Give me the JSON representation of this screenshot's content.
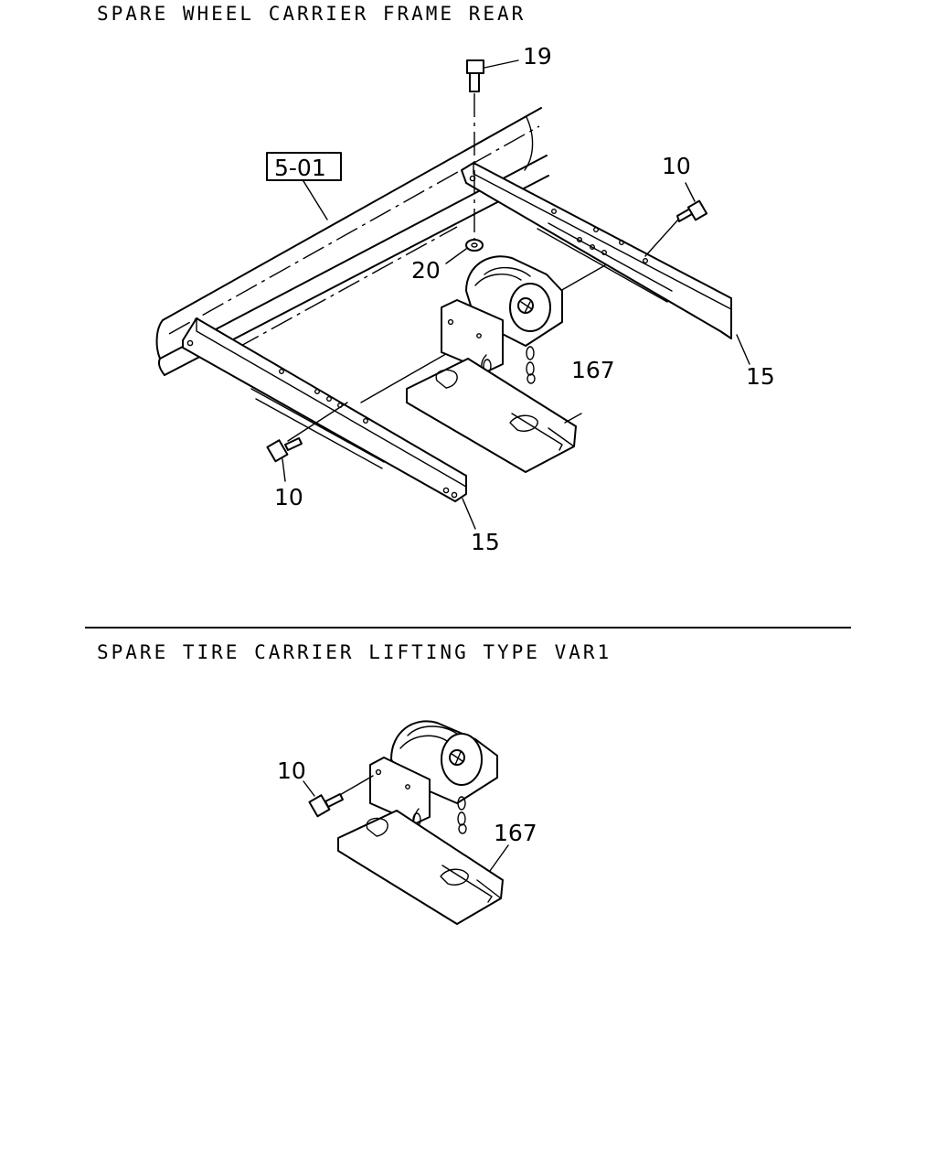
{
  "sections": [
    {
      "title": "SPARE WHEEL CARRIER FRAME REAR",
      "ref_box": "5-01",
      "callouts": {
        "bolt_top": "19",
        "bolt_right": "10",
        "nut": "20",
        "rail_right": "15",
        "bracket": "167",
        "bolt_left": "10",
        "rail_left": "15"
      }
    },
    {
      "title": "SPARE TIRE CARRIER LIFTING TYPE VAR1",
      "callouts": {
        "bolt": "10",
        "bracket": "167"
      }
    }
  ]
}
